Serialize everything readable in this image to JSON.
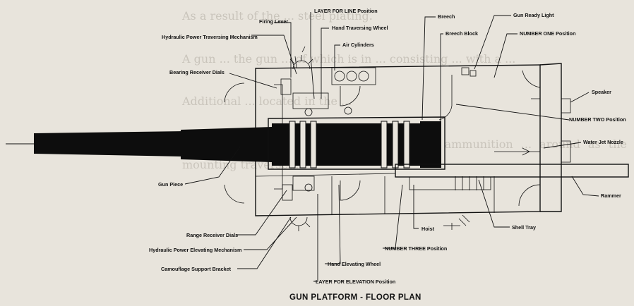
{
  "caption": "GUN PLATFORM - FLOOR PLAN",
  "background_text": [
    "As a result of the ... steel plating.",
    "A gun ... the gun ... of which is in ... consisting ... with a ...",
    "Additional ... located in the ...",
    "... trolley ... the lower extensions of the ammunition ... around as the mounting traversed."
  ],
  "labels": {
    "firing_lever": "Firing Lever",
    "layer_line": "LAYER FOR LINE Position",
    "hand_traversing_wheel": "Hand Traversing Wheel",
    "hydraulic_traversing": "Hydraulic Power Traversing Mechanism",
    "air_cylinders": "Air Cylinders",
    "bearing_receiver": "Bearing Receiver Dials",
    "breech": "Breech",
    "breech_block": "Breech Block",
    "gun_ready_light": "Gun Ready Light",
    "number_one": "NUMBER ONE Position",
    "speaker": "Speaker",
    "number_two": "NUMBER TWO Position",
    "water_jet": "Water Jet Nozzle",
    "gun_piece": "Gun Piece",
    "rammer": "Rammer",
    "range_receiver": "Range Receiver Dials",
    "hoist": "Hoist",
    "shell_tray": "Shell Tray",
    "number_three": "NUMBER THREE Position",
    "hydraulic_elevating": "Hydraulic Power Elevating Mechanism",
    "hand_elevating_wheel": "Hand Elevating Wheel",
    "camouflage_bracket": "Camouflage Support Bracket",
    "layer_elevation": "LAYER FOR ELEVATION Position"
  }
}
